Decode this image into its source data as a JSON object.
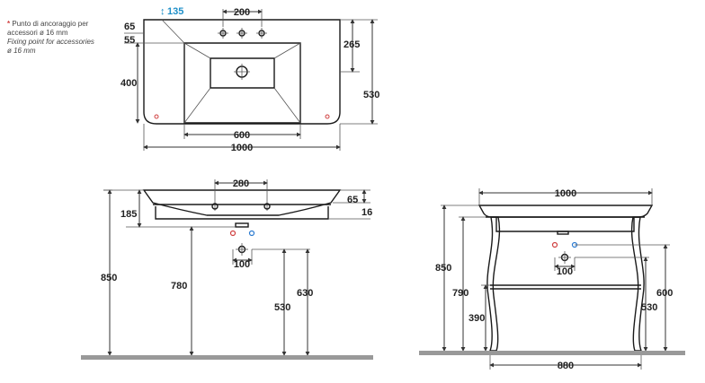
{
  "note": {
    "marker": "*",
    "line1": "Punto di ancoraggio per",
    "line2": "accessori ø 16 mm",
    "line3": "Fixing point for accessories",
    "line4": "ø 16 mm"
  },
  "top_view": {
    "d_135": "135",
    "d_200": "200",
    "d_65": "65",
    "d_55": "55",
    "d_265": "265",
    "d_400": "400",
    "d_530": "530",
    "d_600": "600",
    "d_1000": "1000"
  },
  "front_view": {
    "d_280": "280",
    "d_65": "65",
    "d_185": "185",
    "d_16": "16",
    "d_100": "100",
    "d_850": "850",
    "d_780": "780",
    "d_630": "630",
    "d_530": "530"
  },
  "stand_view": {
    "d_1000": "1000",
    "d_850": "850",
    "d_790": "790",
    "d_390": "390",
    "d_100": "100",
    "d_600": "600",
    "d_530": "530",
    "d_880": "880"
  },
  "colors": {
    "accent_blue": "#1e8fc8",
    "hot": "#d04040",
    "cold": "#2a7ad0",
    "floor": "#999999"
  }
}
